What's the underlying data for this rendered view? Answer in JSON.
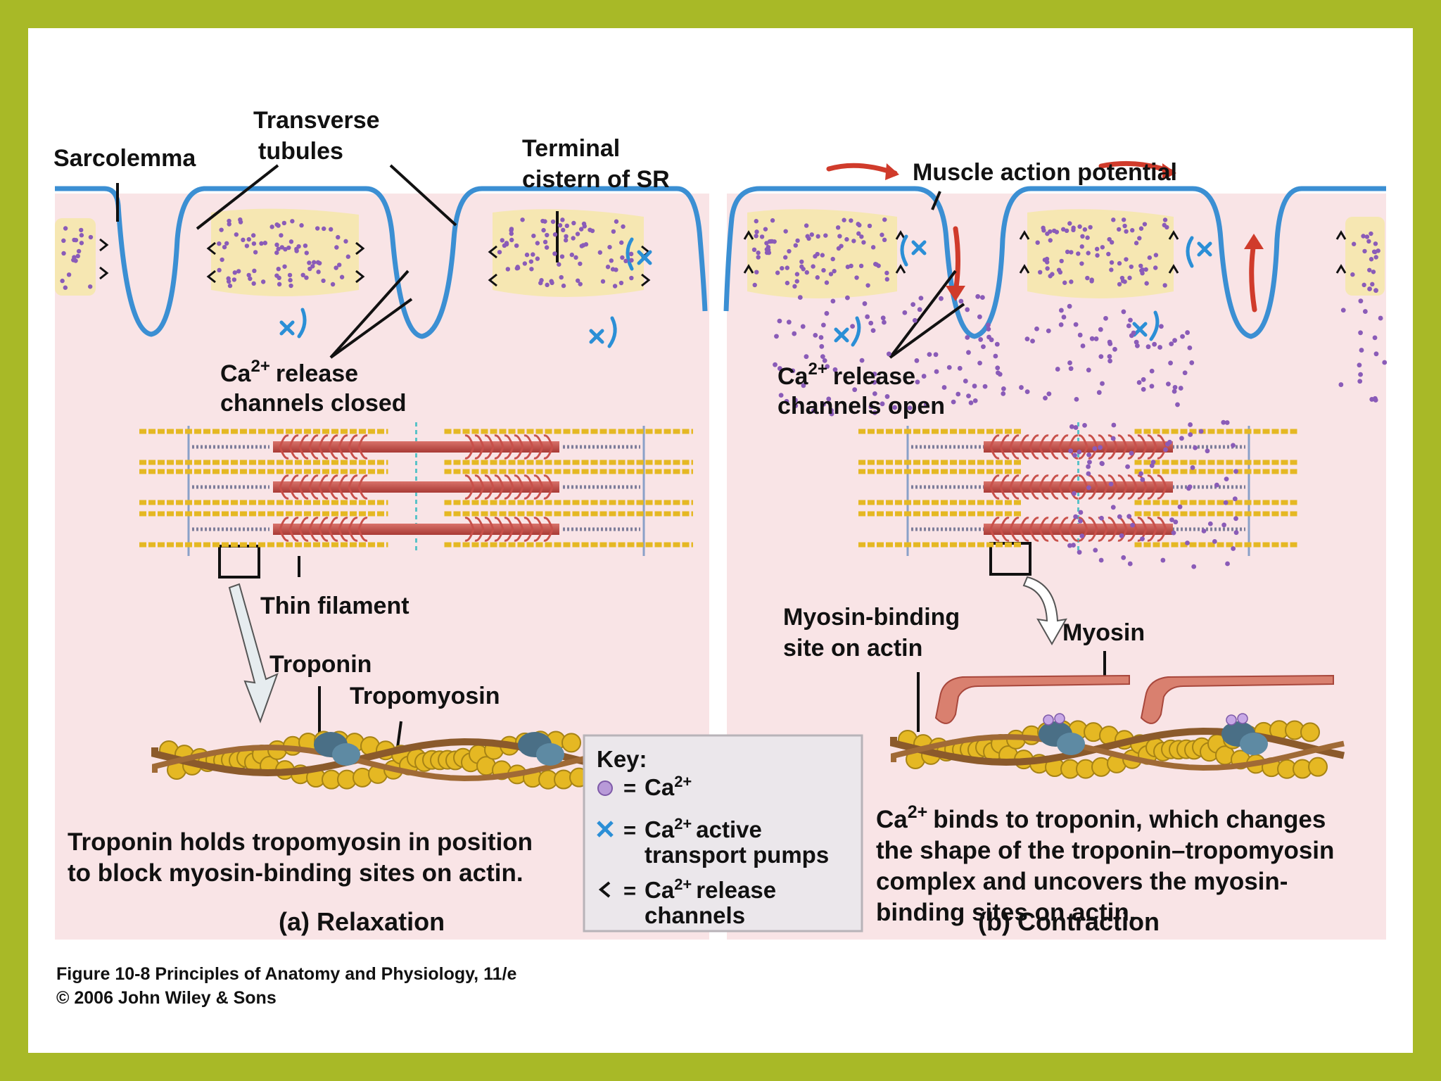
{
  "colors": {
    "frame": "#a8b927",
    "cytoplasm": "#f9e4e6",
    "membrane": "#3b8fd3",
    "sr": "#f6e7b2",
    "calcium": "#8a5bb8",
    "myosin": "#c8504a",
    "actin_bead": "#e5b823",
    "tropomyosin": "#8b5a2b",
    "troponin": "#4a6f86",
    "arrow": "#d03b2b"
  },
  "labels": {
    "sarcolemma": "Sarcolemma",
    "transverse_1": "Transverse",
    "transverse_2": "tubules",
    "terminal_1": "Terminal",
    "terminal_2": "cistern of SR",
    "action_potential": "Muscle action potential",
    "closed_1": "release",
    "closed_2": "channels closed",
    "open_1": "release",
    "open_2": "channels open",
    "ca_base": "Ca",
    "ca_sup": "2+",
    "thin_filament": "Thin filament",
    "troponin": "Troponin",
    "tropomyosin": "Tropomyosin",
    "myosin_site_1": "Myosin-binding",
    "myosin_site_2": "site on actin",
    "myosin": "Myosin"
  },
  "captions": {
    "left_1": "Troponin holds tropomyosin in position",
    "left_2": "to block myosin-binding sites on actin.",
    "right_1a": "binds to troponin, which changes",
    "right_2": "the shape of the troponin–tropomyosin",
    "right_3": "complex and uncovers the myosin-",
    "right_4": "binding sites on actin.",
    "panel_a": "(a) Relaxation",
    "panel_b": "(b) Contraction"
  },
  "key": {
    "title": "Key:",
    "eq": "=",
    "item1_suffix": "",
    "item2_suffix": "active",
    "item2_line2": "transport pumps",
    "item3_suffix": "release",
    "item3_line2": "channels"
  },
  "credit": {
    "line1": "Figure 10-8  Principles of Anatomy and Physiology, 11/e",
    "line2": "© 2006 John Wiley & Sons"
  }
}
